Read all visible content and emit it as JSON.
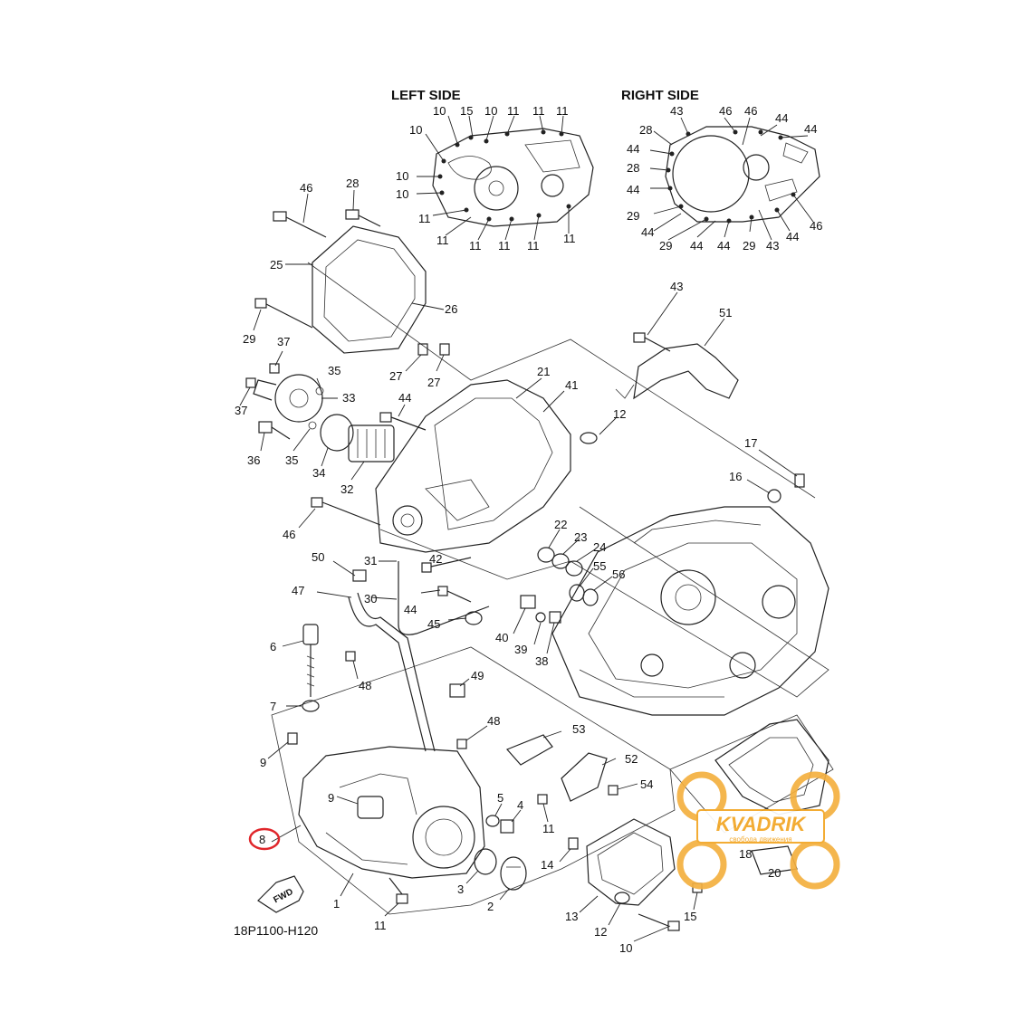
{
  "headers": {
    "left_side": "LEFT SIDE",
    "right_side": "RIGHT SIDE"
  },
  "diagram_code": "18P1100-H120",
  "fwd_label": "FWD",
  "watermark": {
    "brand": "KVADRIK",
    "tagline": "свобода движения",
    "colors": {
      "accent": "#f2a623",
      "ring": "#f4b040"
    }
  },
  "highlight": {
    "label": "8",
    "color": "#e0262b"
  },
  "left_side_labels": [
    "10",
    "15",
    "10",
    "11",
    "11",
    "11",
    "10",
    "10",
    "10",
    "11",
    "11",
    "11",
    "11",
    "11",
    "11"
  ],
  "right_side_labels": [
    "43",
    "46",
    "46",
    "44",
    "44",
    "28",
    "44",
    "28",
    "44",
    "29",
    "44",
    "29",
    "44",
    "44",
    "29",
    "43",
    "44",
    "46"
  ],
  "main_labels": [
    "46",
    "28",
    "25",
    "26",
    "29",
    "37",
    "35",
    "33",
    "37",
    "36",
    "35",
    "34",
    "32",
    "27",
    "27",
    "44",
    "21",
    "41",
    "12",
    "43",
    "51",
    "17",
    "16",
    "46",
    "22",
    "23",
    "24",
    "55",
    "56",
    "42",
    "31",
    "50",
    "30",
    "47",
    "44",
    "45",
    "40",
    "39",
    "38",
    "6",
    "48",
    "7",
    "49",
    "48",
    "9",
    "53",
    "52",
    "9",
    "5",
    "4",
    "54",
    "11",
    "3",
    "2",
    "14",
    "13",
    "12",
    "15",
    "1",
    "11",
    "10",
    "18",
    "20"
  ]
}
